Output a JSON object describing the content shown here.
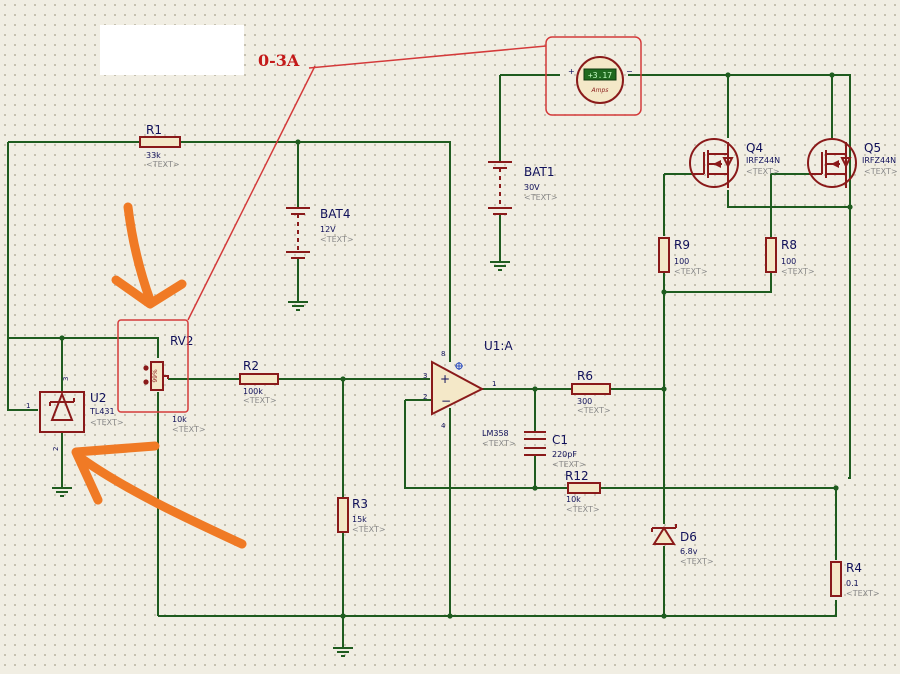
{
  "annotation": {
    "range_label": "0-3A"
  },
  "ammeter": {
    "reading": "+3.17",
    "unit": "Amps"
  },
  "components": {
    "R1": {
      "ref": "R1",
      "value": "33k",
      "text": "<TEXT>"
    },
    "R2": {
      "ref": "R2",
      "value": "100k",
      "text": "<TEXT>"
    },
    "R3": {
      "ref": "R3",
      "value": "15k",
      "text": "<TEXT>"
    },
    "R4": {
      "ref": "R4",
      "value": "0.1",
      "text": "<TEXT>"
    },
    "R6": {
      "ref": "R6",
      "value": "300",
      "text": "<TEXT>"
    },
    "R8": {
      "ref": "R8",
      "value": "100",
      "text": "<TEXT>"
    },
    "R9": {
      "ref": "R9",
      "value": "100",
      "text": "<TEXT>"
    },
    "R12": {
      "ref": "R12",
      "value": "10k",
      "text": "<TEXT>"
    },
    "RV2": {
      "ref": "RV2",
      "value": "10k",
      "text": "<TEXT>",
      "body_label": "99%"
    },
    "U2": {
      "ref": "U2",
      "value": "TL431",
      "text": "<TEXT>",
      "pins": [
        "1",
        "3",
        "2"
      ]
    },
    "U1A": {
      "ref": "U1:A",
      "value": "LM358",
      "text": "<TEXT>",
      "pins": [
        "3",
        "2",
        "1",
        "8",
        "4"
      ]
    },
    "C1": {
      "ref": "C1",
      "value": "220pF",
      "text": "<TEXT>"
    },
    "D6": {
      "ref": "D6",
      "value": "6.8v",
      "text": "<TEXT>"
    },
    "Q4": {
      "ref": "Q4",
      "value": "IRFZ44N",
      "text": "<TEXT>"
    },
    "Q5": {
      "ref": "Q5",
      "value": "IRFZ44N",
      "text": "<TEXT>"
    },
    "BAT1": {
      "ref": "BAT1",
      "value": "30V",
      "text": "<TEXT>"
    },
    "BAT4": {
      "ref": "BAT4",
      "value": "12V",
      "text": "<TEXT>"
    }
  },
  "colors": {
    "background": "#f1eee3",
    "wire": "#1f5c1f",
    "component_outline": "#8a1a1a",
    "label_text": "#10105a",
    "placeholder_text": "#8a8a8a",
    "highlight_box": "#d43a3a",
    "annotation_arrow": "#f07a25"
  }
}
